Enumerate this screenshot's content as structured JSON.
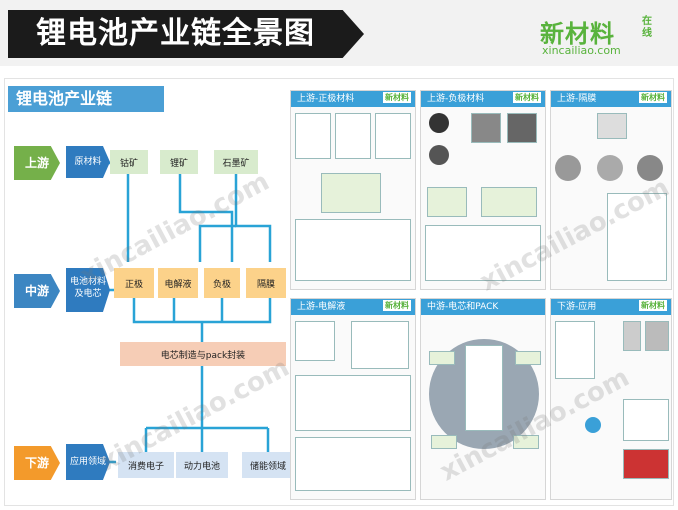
{
  "header": {
    "title": "锂电池产业链全景图",
    "logo_main": "新材料",
    "logo_side": "在线",
    "logo_url": "xincailiao.com"
  },
  "diagram": {
    "title": "锂电池产业链",
    "stages": {
      "upstream": "上游",
      "midstream": "中游",
      "downstream": "下游"
    },
    "upstream_label": "原材料",
    "midstream_label": "电池材料及电芯",
    "downstream_label": "应用领域",
    "minerals": [
      "钴矿",
      "锂矿",
      "石墨矿"
    ],
    "materials": [
      "正极",
      "电解液",
      "负极",
      "隔膜"
    ],
    "process": "电芯制造与pack封装",
    "applications": [
      "消费电子",
      "动力电池",
      "储能领域"
    ]
  },
  "panels": [
    {
      "title": "上游-正极材料"
    },
    {
      "title": "上游-负极材料"
    },
    {
      "title": "上游-隔膜"
    },
    {
      "title": "上游-电解液"
    },
    {
      "title": "中游-电芯和PACK"
    },
    {
      "title": "下游-应用"
    }
  ],
  "panel_logo": "新材料",
  "watermark": "xincailiao.com",
  "colors": {
    "upstream": "#75b04a",
    "midstream": "#3c86c2",
    "downstream": "#f39a2b",
    "connector": "#29a3d6",
    "panel_title": "#3aa0d8"
  }
}
